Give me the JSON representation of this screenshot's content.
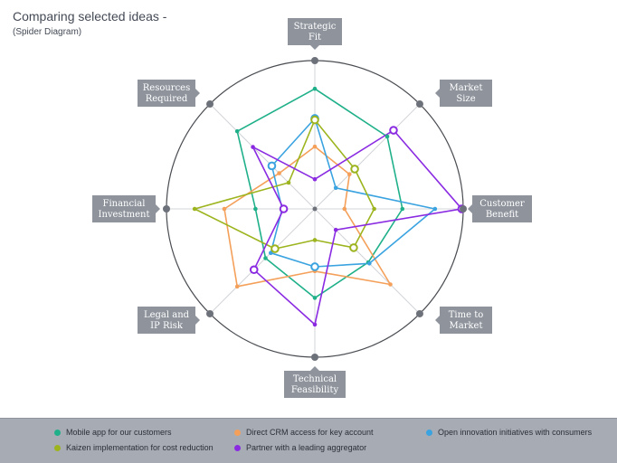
{
  "header": {
    "title": "Comparing selected ideas  -",
    "subtitle": "(Spider Diagram)"
  },
  "axes": [
    {
      "key": "strategic_fit",
      "label": [
        "Strategic",
        "Fit"
      ]
    },
    {
      "key": "market_size",
      "label": [
        "Market",
        "Size"
      ]
    },
    {
      "key": "customer_benefit",
      "label": [
        "Customer",
        "Benefit"
      ]
    },
    {
      "key": "time_to_market",
      "label": [
        "Time to",
        "Market"
      ]
    },
    {
      "key": "technical_feasibility",
      "label": [
        "Technical",
        "Feasibility"
      ]
    },
    {
      "key": "legal_ip_risk",
      "label": [
        "Legal and",
        "IP Risk"
      ]
    },
    {
      "key": "financial_investment",
      "label": [
        "Financial",
        "Investment"
      ]
    },
    {
      "key": "resources_required",
      "label": [
        "Resources",
        "Required"
      ]
    }
  ],
  "series": [
    {
      "name": "Mobile app for our customers",
      "color": "#1fb08a",
      "values": [
        0.81,
        0.69,
        0.59,
        0.51,
        0.6,
        0.47,
        0.4,
        0.74
      ],
      "highlight": [
        false,
        false,
        false,
        false,
        false,
        false,
        false,
        false
      ]
    },
    {
      "name": "Direct CRM access for key account",
      "color": "#f4a05a",
      "values": [
        0.42,
        0.33,
        0.2,
        0.72,
        0.42,
        0.74,
        0.61,
        0.34
      ],
      "highlight": [
        false,
        false,
        false,
        false,
        false,
        false,
        false,
        false
      ]
    },
    {
      "name": "Open innovation initiatives with consumers",
      "color": "#3aa3e0",
      "values": [
        0.61,
        0.2,
        0.81,
        0.52,
        0.39,
        0.42,
        0.22,
        0.41
      ],
      "highlight": [
        true,
        false,
        false,
        false,
        true,
        false,
        false,
        true
      ]
    },
    {
      "name": "Kaizen implementation for cost reduction",
      "color": "#9db41e",
      "values": [
        0.6,
        0.38,
        0.4,
        0.37,
        0.21,
        0.38,
        0.81,
        0.25
      ],
      "highlight": [
        true,
        true,
        false,
        true,
        false,
        true,
        false,
        false
      ]
    },
    {
      "name": "Partner with a leading aggregator",
      "color": "#8a2be2",
      "values": [
        0.2,
        0.75,
        0.99,
        0.2,
        0.78,
        0.58,
        0.21,
        0.59
      ],
      "highlight": [
        false,
        true,
        true,
        false,
        false,
        true,
        true,
        false
      ]
    }
  ],
  "colors": {
    "axis_label_bg": "#8e939c",
    "axis_end_dot": "#6d717a",
    "grid": "#d2d4d8",
    "outer_ring": "#4a4d52",
    "legend_bg": "#a7abb4"
  }
}
